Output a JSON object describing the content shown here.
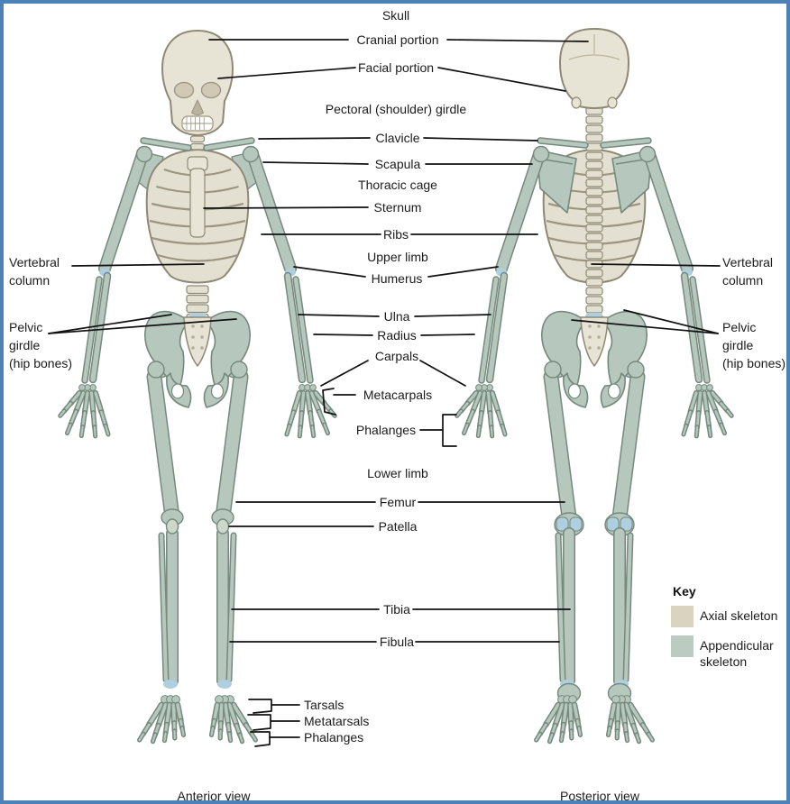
{
  "labels": {
    "skull": "Skull",
    "cranial": "Cranial portion",
    "facial": "Facial portion",
    "pectoral": "Pectoral (shoulder) girdle",
    "clavicle": "Clavicle",
    "scapula": "Scapula",
    "thoracic": "Thoracic cage",
    "sternum": "Sternum",
    "ribs": "Ribs",
    "upper_limb": "Upper limb",
    "humerus": "Humerus",
    "ulna": "Ulna",
    "radius": "Radius",
    "carpals": "Carpals",
    "metacarpals": "Metacarpals",
    "phalanges_hand": "Phalanges",
    "lower_limb": "Lower limb",
    "femur": "Femur",
    "patella": "Patella",
    "tibia": "Tibia",
    "fibula": "Fibula",
    "tarsals": "Tarsals",
    "metatarsals": "Metatarsals",
    "phalanges_foot": "Phalanges",
    "vertebral_column": "Vertebral\ncolumn",
    "pelvic_girdle": "Pelvic\ngirdle\n(hip bones)",
    "anterior_view": "Anterior view",
    "posterior_view": "Posterior view"
  },
  "key": {
    "title": "Key",
    "axial": "Axial skeleton",
    "appendicular": "Appendicular\nskeleton"
  },
  "colors": {
    "border": "#4d82b8",
    "leader_line": "#111111",
    "axial_swatch": "#d9d3c0",
    "appendicular_swatch": "#bccbc2",
    "axial_bone_fill": "#e4e0d1",
    "axial_bone_outline": "#8e8875",
    "skull_fill": "#e8e4d5",
    "appendicular_bone_fill": "#b6c8be",
    "appendicular_bone_outline": "#75897d",
    "joint_fill": "#aecfdf"
  }
}
